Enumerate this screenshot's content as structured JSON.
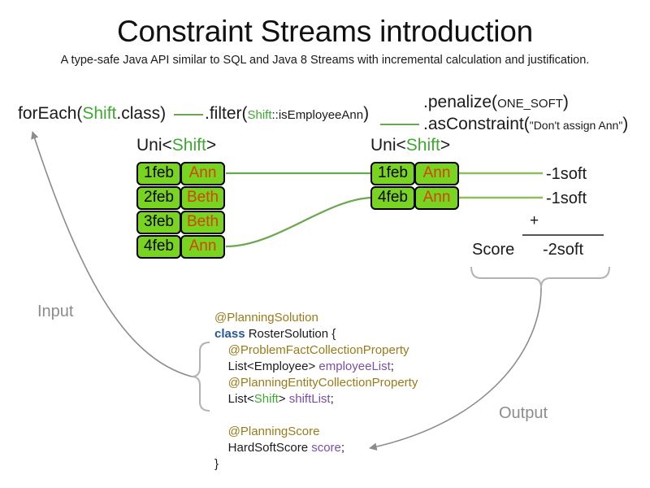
{
  "header": {
    "title": "Constraint Streams introduction",
    "subtitle": "A type-safe Java API similar to SQL and Java 8 Streams with incremental calculation and justification."
  },
  "pipeline": {
    "foreach": {
      "call": "forEach(",
      "type": "Shift",
      "tail": ".class)"
    },
    "filter": {
      "call": ".filter(",
      "type": "Shift",
      "method": "::isEmployeeAnn",
      "tail": ")"
    },
    "penalize": {
      "call": ".penalize(",
      "arg": "ONE_SOFT",
      "tail": ")"
    },
    "as_constraint": {
      "call": ".asConstraint(",
      "arg": "\"Don't assign Ann\"",
      "tail": ")"
    }
  },
  "streams": {
    "left": {
      "label_prefix": "Uni<",
      "label_type": "Shift",
      "label_suffix": ">",
      "rows": [
        {
          "date": "1feb",
          "employee": "Ann"
        },
        {
          "date": "2feb",
          "employee": "Beth"
        },
        {
          "date": "3feb",
          "employee": "Beth"
        },
        {
          "date": "4feb",
          "employee": "Ann"
        }
      ]
    },
    "right": {
      "label_prefix": "Uni<",
      "label_type": "Shift",
      "label_suffix": ">",
      "rows": [
        {
          "date": "1feb",
          "employee": "Ann"
        },
        {
          "date": "4feb",
          "employee": "Ann"
        }
      ]
    }
  },
  "score": {
    "penalties": [
      "-1soft",
      "-1soft"
    ],
    "operator": "+",
    "label": "Score",
    "total": "-2soft"
  },
  "flow": {
    "input_label": "Input",
    "output_label": "Output"
  },
  "code": {
    "line_annotation_solution": "@PlanningSolution",
    "line_class_keyword": "class",
    "line_class_name": " RosterSolution {",
    "line_annotation_problem_fact": "    @ProblemFactCollectionProperty",
    "line_employee_list_type": "    List<Employee> ",
    "line_employee_list_field": "employeeList",
    "line_employee_list_semi": ";",
    "line_annotation_planning_entity": "    @PlanningEntityCollectionProperty",
    "line_shift_list_prefix": "    List<",
    "line_shift_list_type": "Shift",
    "line_shift_list_mid": "> ",
    "line_shift_list_field": "shiftList",
    "line_shift_list_semi": ";",
    "line_annotation_planning_score": "    @PlanningScore",
    "line_score_type": "    HardSoftScore ",
    "line_score_field": "score",
    "line_score_semi": ";",
    "line_close_brace": "}"
  },
  "colors": {
    "tuple_fill": "#79d321",
    "tuple_border": "#000000",
    "employee_text": "#d14600",
    "connector_green": "#6aa84f",
    "type_green": "#3ea832",
    "annotation_gold": "#9a7b19",
    "keyword_blue": "#2a5699",
    "field_purple": "#7a4fa8",
    "flow_gray": "#8c8c8c"
  }
}
